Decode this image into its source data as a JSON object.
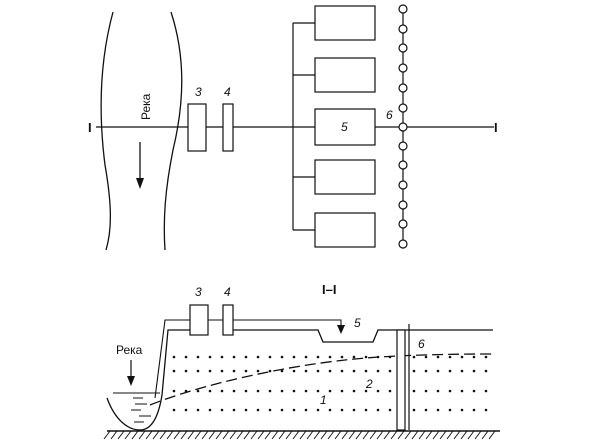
{
  "plan": {
    "river_label": "Река",
    "section_mark_left": "I",
    "section_mark_right": "I",
    "labels": {
      "n3": "3",
      "n4": "4",
      "n5": "5",
      "n6": "6"
    }
  },
  "section": {
    "title": "I–I",
    "river_label": "Река",
    "labels": {
      "n1": "1",
      "n2": "2",
      "n3": "3",
      "n4": "4",
      "n5": "5",
      "n6": "6"
    }
  }
}
